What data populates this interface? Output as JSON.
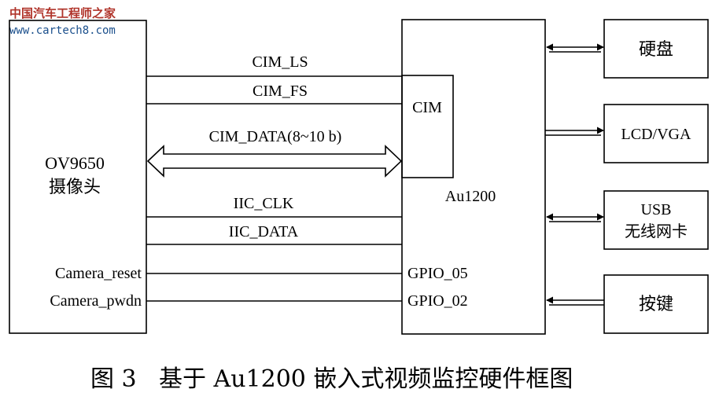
{
  "watermark": {
    "brand": "中国汽车工程师之家",
    "url": "www.cartech8.com"
  },
  "blocks": {
    "camera": [
      "OV9650",
      "摄像头"
    ],
    "cim": "CIM",
    "soc": "Au1200",
    "disk": "硬盘",
    "lcd": "LCD/VGA",
    "usb": [
      "USB",
      "无线网卡"
    ],
    "keys": "按键"
  },
  "signals": {
    "cim_ls": "CIM_LS",
    "cim_fs": "CIM_FS",
    "cim_data": "CIM_DATA(8~10 b)",
    "iic_clk": "IIC_CLK",
    "iic_data": "IIC_DATA",
    "camera_reset": "Camera_reset",
    "camera_pwdn": "Camera_pwdn",
    "gpio_05": "GPIO_05",
    "gpio_02": "GPIO_02"
  },
  "caption": {
    "number": "图 3",
    "text": "基于 Au1200 嵌入式视频监控硬件框图"
  }
}
